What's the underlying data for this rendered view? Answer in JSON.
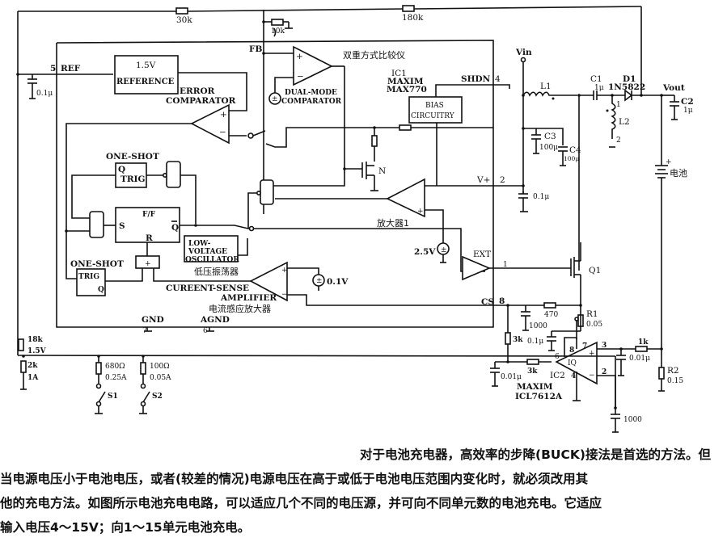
{
  "diagram": {
    "type": "circuit-schematic",
    "title_cn": "双重方式比较仪",
    "ic1": {
      "ref": "IC1",
      "maker": "MAXIM",
      "part": "MAX770"
    },
    "ic2": {
      "ref": "IC2",
      "maker": "MAXIM",
      "part": "ICL7612A",
      "inner": "IQ"
    },
    "blocks": {
      "reference_v": "1.5V",
      "reference": "REFERENCE",
      "error_comp_1": "ERROR",
      "error_comp_2": "COMPARATOR",
      "dual_mode_1": "DUAL-MODE",
      "dual_mode_2": "COMPARATOR",
      "bias_1": "BIAS",
      "bias_2": "CIRCUITRY",
      "oneshot_top": "ONE-SHOT",
      "oneshot_top_q": "Q",
      "oneshot_top_trig": "TRIG",
      "ff": "F/F",
      "ff_s": "S",
      "ff_r": "R",
      "ff_qbar": "Q",
      "oneshot_bot": "ONE-SHOT",
      "oneshot_bot_trig": "TRIG",
      "oneshot_bot_q": "Q",
      "osc_1": "LOW-",
      "osc_2": "VOLTAGE",
      "osc_3": "OSCILLATOR",
      "osc_cn": "低压振荡器",
      "cs_amp_1": "CUREENT-SENSE",
      "cs_amp_2": "AMPLIFIER",
      "cs_amp_cn": "电流感应放大器",
      "amp1_cn": "放大器1",
      "nmos": "N",
      "src_25": "2.5V",
      "src_01": "0.1V",
      "sum": "+"
    },
    "pins": {
      "ref": "REF",
      "ref_no": "5",
      "fb": "FB",
      "shdn": "SHDN",
      "shdn_no": "4",
      "vplus": "V+",
      "vplus_no": "2",
      "ext": "EXT",
      "ext_no": "1",
      "cs": "CS",
      "cs_no": "8",
      "gnd": "GND",
      "gnd_no": "7",
      "agnd": "AGND",
      "agnd_no": "6",
      "ic2_p6": "6",
      "ic2_p8": "8",
      "ic2_p7": "7",
      "ic2_p3": "3",
      "ic2_p4": "4",
      "ic2_p2": "2"
    },
    "components": {
      "r30k": "30k",
      "r180k": "180k",
      "r10k": "10k",
      "c_ref": "0.1μ",
      "vin": "Vin",
      "vout": "Vout",
      "l1": "L1",
      "c1": "C1",
      "c1_val": "1μ",
      "d1": "D1",
      "d1_val": "1N5822",
      "l2": "L2",
      "l2_p1": "1",
      "l2_p2": "2",
      "c2": "C2",
      "c2_val": "1μ",
      "c3": "C3",
      "c3_val": "100μ",
      "c4": "C4",
      "c4_val": "100μ",
      "c_vplus": "0.1μ",
      "battery_cn": "电池",
      "battery_plus": "+",
      "q1": "Q1",
      "r470": "470",
      "c1000_a": "1000",
      "r1": "R1",
      "r1_val": "0.05",
      "r3k_a": "3k",
      "r3k_b": "3k",
      "c_01u": "0.1μ",
      "c_001u_a": "0.01μ",
      "r1k": "1k",
      "c_001u_b": "0.01μ",
      "r2": "R2",
      "r2_val": "0.15",
      "c1000_b": "1000",
      "r18k": "18k",
      "v15": "1.5V",
      "r2k": "2k",
      "i1a": "1A",
      "r680": "680Ω",
      "i025": "0.25A",
      "r100": "100Ω",
      "i005": "0.05A",
      "s1": "S1",
      "s2": "S2"
    }
  },
  "caption": {
    "lines": [
      "对于电池充电器，高效率的步降(BUCK)接法是首选的方法。但",
      "当电源电压小于电池电压，或者(较差的情况)电源电压在高于或低于电池电压范围内变化时，就必须改用其",
      "他的充电方法。如图所示电池充电电路，可以适应几个不同的电压源，并可向不同单元数的电池充电。它适应",
      "输入电压4～15V；向1～15单元电池充电。"
    ]
  }
}
